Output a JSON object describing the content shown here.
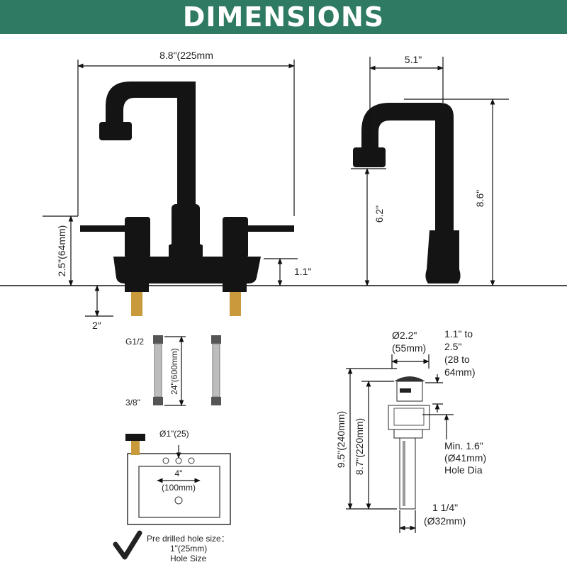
{
  "banner": {
    "title": "DIMENSIONS"
  },
  "front_view": {
    "width": "8.8\"(225mm",
    "deck_range": "2.5\"(64mm)",
    "base_height": "1.1\"",
    "shank": "2″"
  },
  "side_view": {
    "reach": "5.1\"",
    "spout_height": "6.2\"",
    "total_height": "8.6\""
  },
  "hose": {
    "top_thread": "G1/2",
    "bottom_thread": "3/8\"",
    "length": "24\"(600mm)"
  },
  "sink": {
    "hole_diameter": "Ø1\"(25)",
    "spacing": "4\"",
    "spacing_mm": "(100mm)"
  },
  "drain": {
    "cap_diameter": "Ø2.2\"",
    "cap_diameter_mm": "(55mm)",
    "adjust_range": [
      "1.1\" to",
      "2.5\"",
      "(28 to",
      "64mm)"
    ],
    "total_length": "9.5\"(240mm)",
    "body_length": "8.7\"(220mm)",
    "min_hole": [
      "Min. 1.6\"",
      "(Ø41mm)",
      "Hole Dia"
    ],
    "pipe_diameter": "1 1/4\"",
    "pipe_diameter_mm": "(Ø32mm)"
  },
  "note": {
    "line1": "Pre drilled hole size：",
    "line2": "1\"(25mm)",
    "line3": "Hole Size"
  },
  "colors": {
    "banner": "#2f7a63",
    "finish": "#141414"
  }
}
